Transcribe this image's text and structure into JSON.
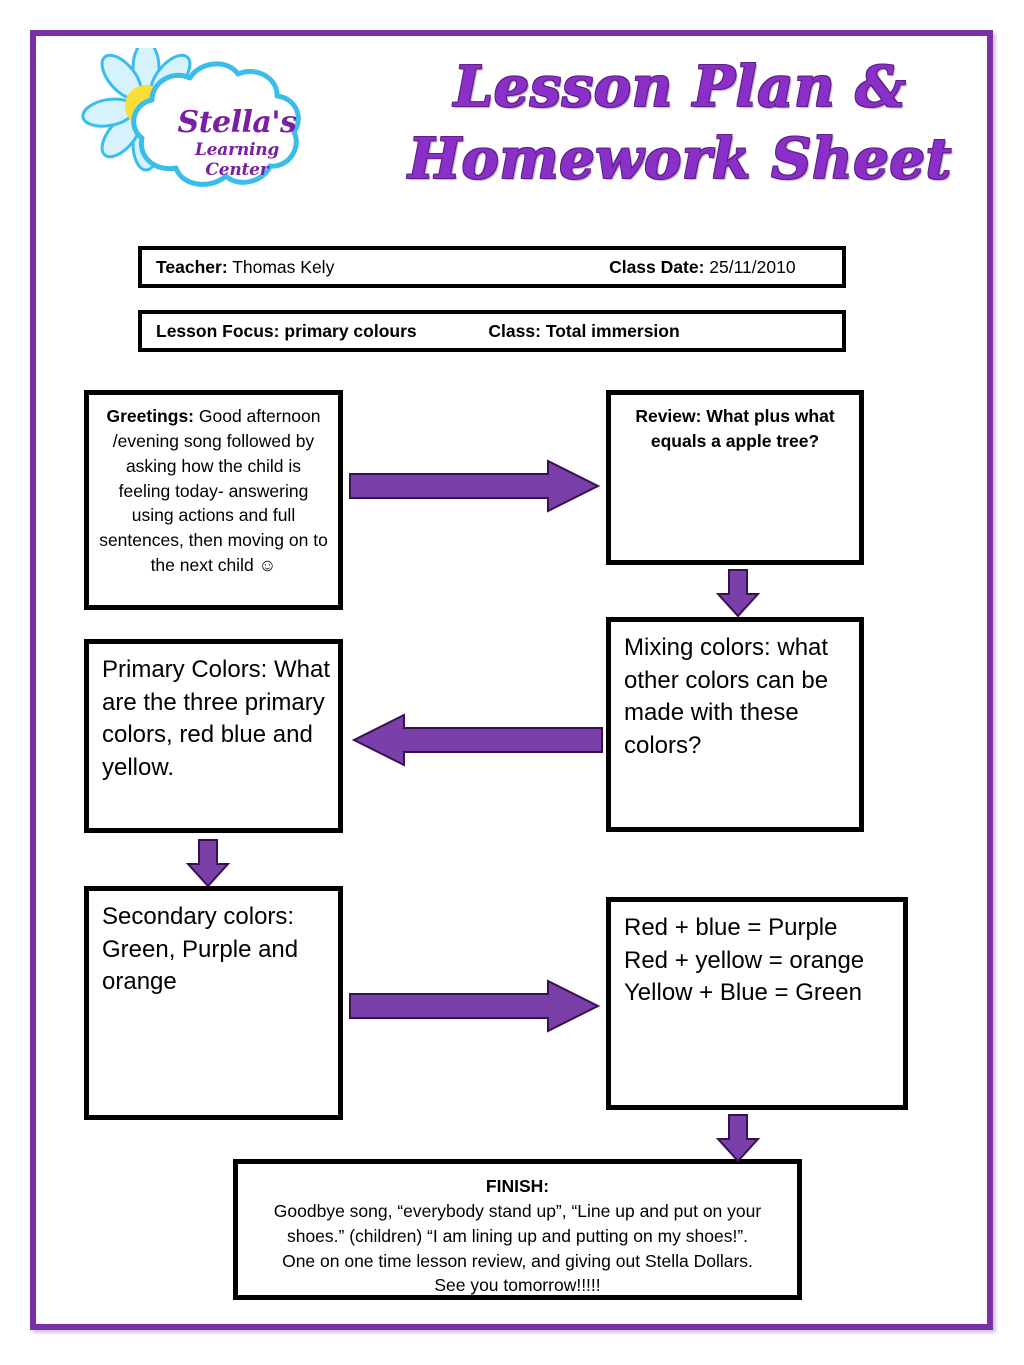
{
  "document": {
    "title_line1": "Lesson Plan &",
    "title_line2": "Homework Sheet",
    "border_color": "#7B2FA8",
    "accent_color": "#7A3FA8"
  },
  "logo": {
    "name_line": "Stella's",
    "subtitle_line": "Learning Center",
    "petal_color": "#CFF0FB",
    "petal_outline": "#35BEE8",
    "center_color": "#FAE03C",
    "cloud_color": "#FFFFFF",
    "cloud_outline": "#35BEE8",
    "text_color": "#7A1FA2"
  },
  "info": {
    "teacher_label": "Teacher:",
    "teacher_value": "Thomas Kely",
    "class_date_label": "Class Date:",
    "class_date_value": "25/11/2010",
    "lesson_focus_label": "Lesson Focus:",
    "lesson_focus_value": "primary colours",
    "class_label": "Class:",
    "class_value": "Total immersion"
  },
  "flow": {
    "greetings": {
      "label": "Greetings:",
      "body": " Good afternoon /evening song followed by asking how the child is feeling today- answering using actions and full sentences, then moving on to the next child ☺"
    },
    "review": {
      "text": "Review: What plus what equals a apple tree?"
    },
    "mixing": {
      "text": "Mixing colors: what other colors can be made with these colors?"
    },
    "primary": {
      "text": "Primary Colors: What are the three primary colors, red blue and yellow."
    },
    "secondary": {
      "text": "Secondary colors: Green, Purple and orange"
    },
    "equations": {
      "line1": "Red + blue = Purple",
      "line2": "Red + yellow = orange",
      "line3": "Yellow + Blue  = Green"
    },
    "finish": {
      "label": "FINISH:",
      "line1": "Goodbye song, “everybody stand up”, “Line up and put on your",
      "line2": "shoes.” (children) “I am lining up and putting on my shoes!”.",
      "line3": "One on one time lesson review, and giving out Stella Dollars.",
      "line4": "See you tomorrow!!!!!"
    }
  },
  "arrows": {
    "greetings_to_review": "arrow-right",
    "review_to_mixing": "arrow-down",
    "mixing_to_primary": "arrow-left",
    "primary_to_secondary": "arrow-down",
    "secondary_to_equations": "arrow-right",
    "equations_to_finish": "arrow-down"
  }
}
